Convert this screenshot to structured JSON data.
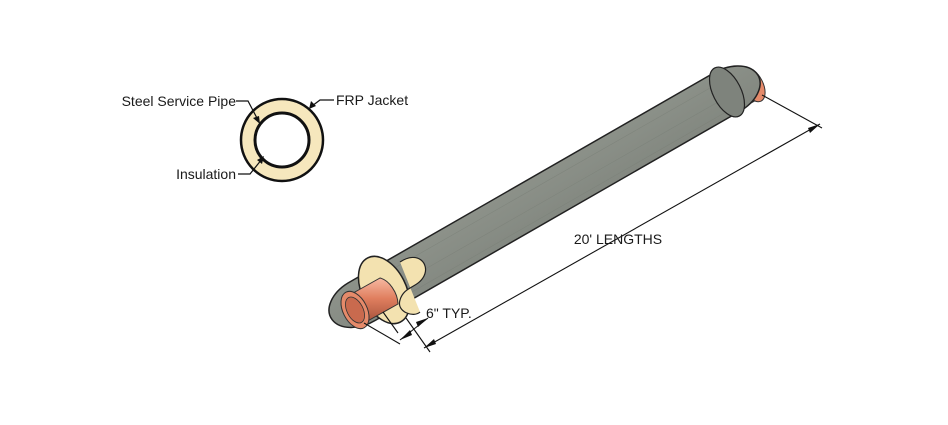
{
  "cross_section": {
    "labels": {
      "service_pipe": "Steel Service Pipe",
      "jacket": "FRP Jacket",
      "insulation": "Insulation"
    },
    "colors": {
      "insulation": "#f6e7bd",
      "outline": "#111111"
    }
  },
  "pipe_section": {
    "dimensions": {
      "length_label": "20' LENGTHS",
      "stub_label": "6\" TYP."
    },
    "colors": {
      "jacket": "#8e938c",
      "jacket_dark": "#5d625c",
      "insulation": "#f3e2b0",
      "copper": "#e07f5f",
      "copper_light": "#f3b29a",
      "copper_dark": "#a7523a"
    }
  }
}
